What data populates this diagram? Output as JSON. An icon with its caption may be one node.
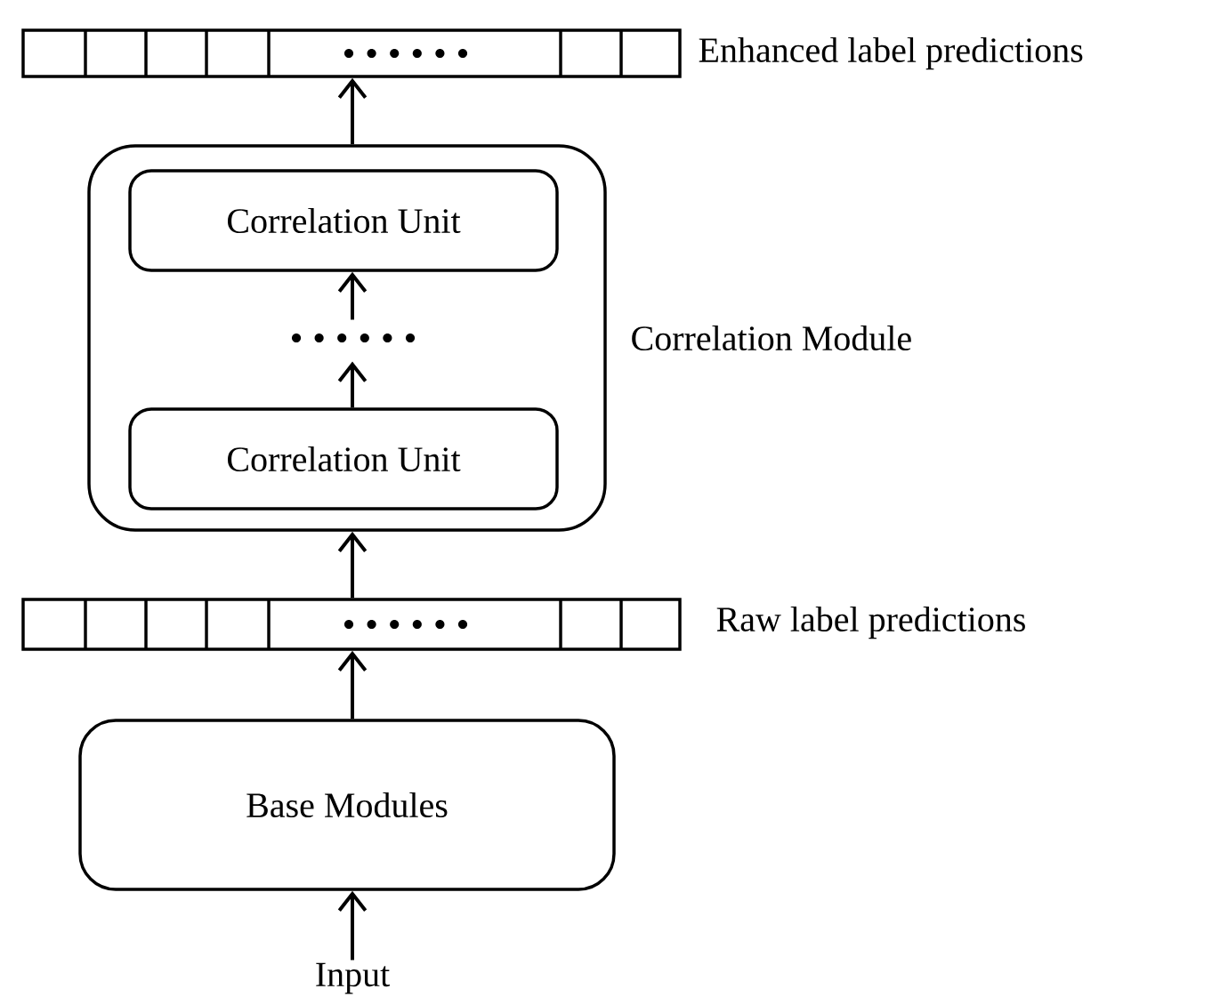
{
  "diagram": {
    "nodes": [
      {
        "text": [
          "Enhanced label predictions"
        ]
      },
      {
        "text": [
          "Correlation Module"
        ]
      },
      {
        "text": [
          "Correlation Unit"
        ],
        "in": 1
      },
      {
        "text": [],
        "shape": "dots",
        "in": 1
      },
      {
        "text": [
          "Correlation Unit"
        ],
        "in": 1
      },
      {
        "text": [
          "Raw label predictions"
        ]
      },
      {
        "text": [
          "Base Modules"
        ]
      },
      {
        "text": [
          "Input"
        ]
      }
    ],
    "edges": [
      {
        "from": 7,
        "to": 6,
        "arrow": "to"
      },
      {
        "from": 6,
        "to": 5,
        "arrow": "to"
      },
      {
        "from": 5,
        "to": 1,
        "arrow": "to"
      },
      {
        "from": 4,
        "to": 3,
        "arrow": "to"
      },
      {
        "from": 3,
        "to": 2,
        "arrow": "to"
      },
      {
        "from": 1,
        "to": 0,
        "arrow": "to"
      }
    ]
  }
}
